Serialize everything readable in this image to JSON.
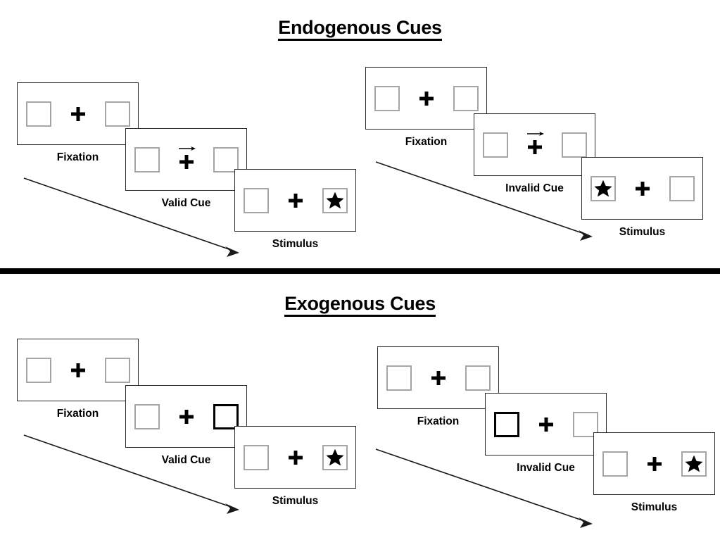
{
  "figure": {
    "title_endogenous": "Endogenous Cues",
    "title_exogenous": "Exogenous Cues",
    "divider_color": "#000000",
    "box_border_color": "#a6a6a6",
    "cued_box_border_color": "#000000",
    "panel_border_color": "#2a2a2a",
    "star_color": "#000000",
    "plus_color": "#000000"
  },
  "sections": [
    {
      "id": "endogenous",
      "title": "Endogenous Cues",
      "columns": [
        {
          "id": "endogenous-valid",
          "panels": [
            {
              "id": "endogenous-valid-fixation",
              "label": "Fixation",
              "left_box": "empty",
              "right_box": "empty",
              "center": "plus",
              "arrow_cue": "none"
            },
            {
              "id": "endogenous-valid-cue",
              "label": "Valid Cue",
              "left_box": "empty",
              "right_box": "empty",
              "center": "plus",
              "arrow_cue": "right"
            },
            {
              "id": "endogenous-valid-stimulus",
              "label": "Stimulus",
              "left_box": "empty",
              "right_box": "star",
              "center": "plus",
              "arrow_cue": "none"
            }
          ]
        },
        {
          "id": "endogenous-invalid",
          "panels": [
            {
              "id": "endogenous-invalid-fixation",
              "label": "Fixation",
              "left_box": "empty",
              "right_box": "empty",
              "center": "plus",
              "arrow_cue": "none"
            },
            {
              "id": "endogenous-invalid-cue",
              "label": "Invalid Cue",
              "left_box": "empty",
              "right_box": "empty",
              "center": "plus",
              "arrow_cue": "right"
            },
            {
              "id": "endogenous-invalid-stimulus",
              "label": "Stimulus",
              "left_box": "star",
              "right_box": "empty",
              "center": "plus",
              "arrow_cue": "none"
            }
          ]
        }
      ]
    },
    {
      "id": "exogenous",
      "title": "Exogenous Cues",
      "columns": [
        {
          "id": "exogenous-valid",
          "panels": [
            {
              "id": "exogenous-valid-fixation",
              "label": "Fixation",
              "left_box": "empty",
              "right_box": "empty",
              "center": "plus",
              "arrow_cue": "none"
            },
            {
              "id": "exogenous-valid-cue",
              "label": "Valid Cue",
              "left_box": "empty",
              "right_box": "cued",
              "center": "plus",
              "arrow_cue": "none"
            },
            {
              "id": "exogenous-valid-stimulus",
              "label": "Stimulus",
              "left_box": "empty",
              "right_box": "star",
              "center": "plus",
              "arrow_cue": "none"
            }
          ]
        },
        {
          "id": "exogenous-invalid",
          "panels": [
            {
              "id": "exogenous-invalid-fixation",
              "label": "Fixation",
              "left_box": "empty",
              "right_box": "empty",
              "center": "plus",
              "arrow_cue": "none"
            },
            {
              "id": "exogenous-invalid-cue",
              "label": "Invalid Cue",
              "left_box": "cued",
              "right_box": "empty",
              "center": "plus",
              "arrow_cue": "none"
            },
            {
              "id": "exogenous-invalid-stimulus",
              "label": "Stimulus",
              "left_box": "empty",
              "right_box": "star",
              "center": "plus",
              "arrow_cue": "none"
            }
          ]
        }
      ]
    }
  ]
}
